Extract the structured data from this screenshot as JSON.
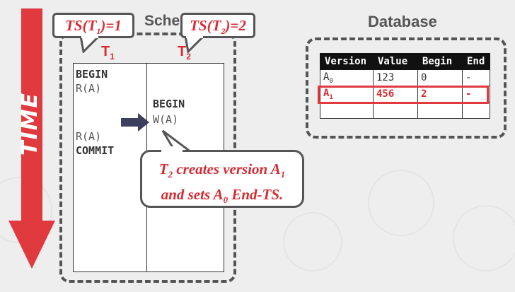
{
  "time_label": "TIME",
  "schedule": {
    "title": "Schedule",
    "t1_header": {
      "base": "T",
      "sub": "1"
    },
    "t2_header": {
      "base": "T",
      "sub": "2"
    },
    "t1_ops": [
      "BEGIN",
      "R(A)",
      "R(A)",
      "COMMIT"
    ],
    "t2_ops": [
      "BEGIN",
      "W(A)"
    ]
  },
  "callouts": {
    "ts1": {
      "prefix": "TS(T",
      "sub": "1",
      "suffix": ")=1"
    },
    "ts2": {
      "prefix": "TS(T",
      "sub": "2",
      "suffix": ")=2"
    },
    "note": {
      "line1_a": "T",
      "line1_sub": "2",
      "line1_b": " creates version A",
      "line1_sub2": "1",
      "line2_a": "and sets A",
      "line2_sub": "0",
      "line2_b": " End-TS."
    }
  },
  "database": {
    "title": "Database",
    "columns": [
      "Version",
      "Value",
      "Begin",
      "End"
    ],
    "rows": [
      {
        "version": "A",
        "version_sub": "0",
        "value": "123",
        "begin": "0",
        "end": "-"
      },
      {
        "version": "A",
        "version_sub": "1",
        "value": "456",
        "begin": "2",
        "end": "-"
      },
      {
        "version": "",
        "version_sub": "",
        "value": "",
        "begin": "",
        "end": ""
      }
    ]
  },
  "colors": {
    "accent_red": "#d62b32",
    "arrow_red": "#e0393e",
    "dark": "#555555",
    "navy": "#3d3f5e"
  }
}
